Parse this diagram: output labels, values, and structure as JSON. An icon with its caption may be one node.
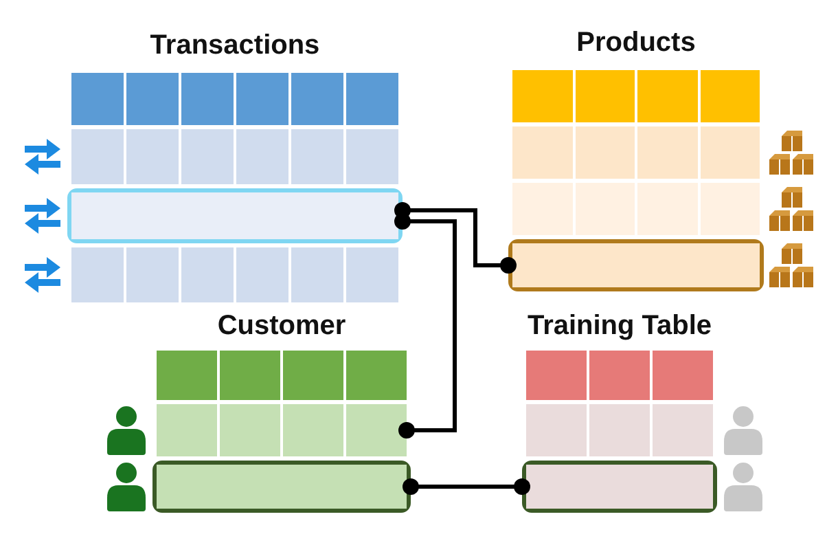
{
  "diagram": {
    "nodes": [
      {
        "text": [
          "Transactions"
        ]
      },
      {
        "text": [],
        "shape": "box",
        "in": 0
      },
      {
        "text": [
          "Products"
        ]
      },
      {
        "text": [],
        "shape": "box",
        "in": 2
      },
      {
        "text": [
          "Customer"
        ]
      },
      {
        "text": [],
        "shape": "box",
        "in": 4
      },
      {
        "text": [],
        "shape": "box",
        "in": 4
      },
      {
        "text": [
          "Training Table"
        ]
      },
      {
        "text": [],
        "shape": "box",
        "in": 7
      }
    ],
    "edges": [
      {
        "from": 1,
        "to": 3,
        "arrow": "other"
      },
      {
        "from": 1,
        "to": 5,
        "arrow": "other"
      },
      {
        "from": 6,
        "to": 8,
        "arrow": "other"
      }
    ]
  }
}
